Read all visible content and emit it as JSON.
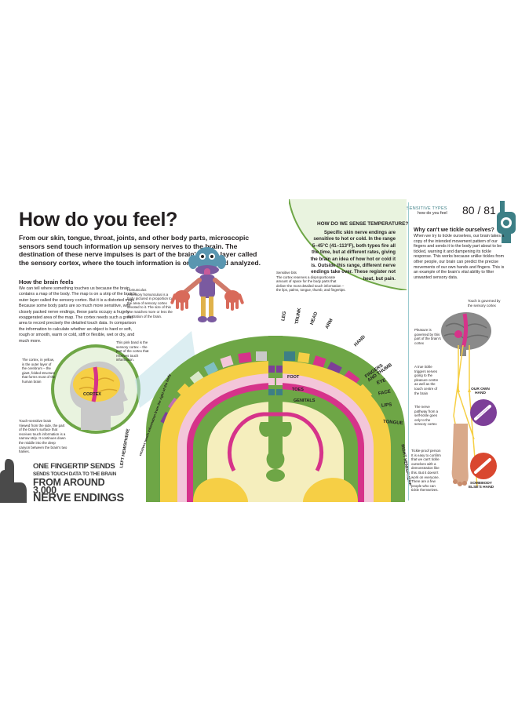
{
  "header": {
    "section_label": "SENSITIVE TYPES",
    "section_sublabel": "how do you feel",
    "page_numbers": "80 / 81"
  },
  "title": "How do you feel?",
  "intro": "From our skin, tongue, throat, joints, and other body parts, microscopic sensors send touch information up sensory nerves to the brain. The destination of these nerve impulses is part of the brain's outer layer called the sensory cortex, where the touch information is organized and analyzed.",
  "brain_feels": {
    "heading": "How the brain feels",
    "body": "We can tell where something touches us because the brain contains a map of the body. The map is on a strip of the brain's outer layer called the sensory cortex. But it is a distorted map. Because some body parts are so much more sensitive, with closely packed nerve endings, these parts occupy a hugely exaggerated area of the map. The cortex needs such a great area to record precisely the detailed touch data. In comparison the information to calculate whether an object is hard or soft, rough or smooth, warm or cold, stiff or flexible, wet or dry, and much more."
  },
  "captions": {
    "homunculus": "Homunculus\nA sensory homunculus is a body pictured in proportion to the area of sensory cortex devoted to it. The size of this one matches more or less the illustration of the brain.",
    "cortex_yellow": "The cortex, in yellow, is the outer layer of the cerebrum – the giant, folded structure that forms most of the human brain",
    "pink_band": "This pink band is the sensory cortex – the part of the cortex that receives touch information.",
    "touch_sensitive": "Touch-sensitive brain\nViewed from the side, the part of the brain's surface that receives touch information is a narrow strip. It continues down the middle into the deep canyon between the brain's two halves.",
    "sensitive_bits": "Sensitive bits\nThe cortex reserves a disproportionate amount of space for the body parts that deliver the most detailed touch information – the lips, palms, tongue, thumb, and fingertips.",
    "pleasure_centre": "Pleasure is governed by this part of the brain's cortex",
    "touch_governed": "Touch is governed by the sensory cortex",
    "true_tickle": "A true tickle triggers nerves going to the pleasure centre as well as the touch centre of the brain",
    "nerve_pathway": "The nerve pathway from a self-tickle goes only to the sensory cortex",
    "tickle_proof": "Tickle-proof person\nIt is easy to confirm that we can't tickle ourselves with a demonstration like this. But it doesn't work on everyone. There are a few people who can tickle themselves."
  },
  "cortex_label": "CORTEX",
  "own_hand": "OUR OWN HAND",
  "somebody_hand": "SOMEBODY ELSE'S HAND",
  "temperature": {
    "heading": "HOW DO WE SENSE TEMPERATURE?",
    "body": "Specific skin nerve endings are sensitive to hot or cold. In the range 5–45°C (41–113°F), both types fire all the time, but at different rates, giving the brain an idea of how hot or cold it is. Outside this range, different nerve endings take over. These register not heat, but pain."
  },
  "tickle": {
    "heading": "Why can't we tickle ourselves?",
    "body": "When we try to tickle ourselves, our brain takes a copy of the intended movement pattern of our fingers and sends it to the body part about to be tickled, warning it and dampening its tickle response. This works because unlike tickles from other people, our brain can predict the precise movements of our own hands and fingers. This is an example of the brain's vital ability to filter unwanted sensory data."
  },
  "body_map_labels": {
    "leg": "LEG",
    "trunk": "TRUNK",
    "head": "HEAD",
    "arm": "ARM",
    "hand": "HAND",
    "fingers": "FINGERS AND THUMB",
    "eye": "EYE",
    "face": "FACE",
    "lips": "LIPS",
    "tongue": "TONGUE",
    "foot": "FOOT",
    "toes": "TOES",
    "genitals": "GENITALS",
    "left_hemisphere": "LEFT HEMISPHERE",
    "right_hemisphere": "RIGHT HEMISPHERE",
    "info_flow": "receives touch information from the right of the body"
  },
  "fact": {
    "line1": "ONE FINGERTIP SENDS",
    "line2": "SENDS TOUCH DATA TO THE BRAIN",
    "line3": "FROM AROUND 3,000",
    "line4": "NERVE ENDINGS"
  },
  "colors": {
    "green": "#6ea646",
    "dark_green": "#4f8a36",
    "yellow": "#f6cf45",
    "pale_yellow": "#fbe8a6",
    "cream": "#f5eebd",
    "pink": "#d6338a",
    "light_pink": "#f3c6d9",
    "purple": "#7d3f98",
    "teal": "#3d7f86",
    "grey": "#8a8a8a"
  }
}
